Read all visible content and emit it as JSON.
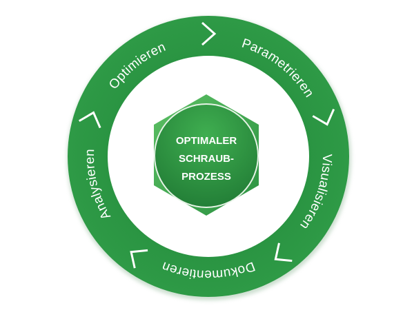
{
  "center": {
    "lines": [
      "OPTIMALER",
      "SCHRAUB-",
      "PROZESS"
    ]
  },
  "cycle": [
    {
      "label": "Parametrieren",
      "angle": 38
    },
    {
      "label": "Visualisieren",
      "angle": 108
    },
    {
      "label": "Dokumentieren",
      "angle": 180
    },
    {
      "label": "Analysieren",
      "angle": 256
    },
    {
      "label": "Optimieren",
      "angle": 322
    }
  ],
  "arrows": [
    0,
    72,
    144,
    216,
    288
  ],
  "colors": {
    "ring": "#2e9a46",
    "ring_dark": "#23843a",
    "hexagon": "#3aa84e",
    "center": "#2f9a45",
    "text": "#ffffff"
  }
}
